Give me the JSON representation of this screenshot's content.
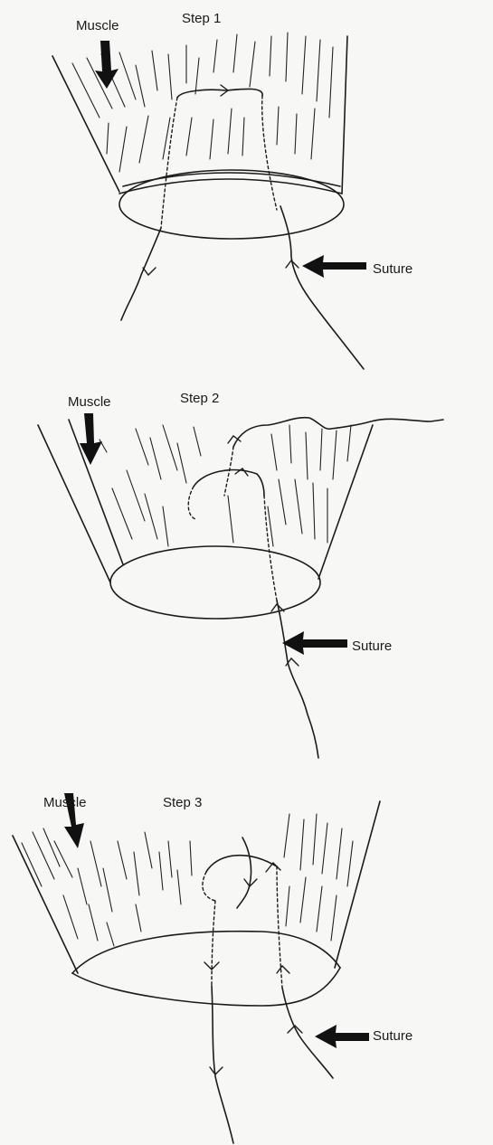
{
  "steps": [
    {
      "title": "Step 1",
      "muscle_label": "Muscle",
      "suture_label": "Suture"
    },
    {
      "title": "Step 2",
      "muscle_label": "Muscle",
      "suture_label": "Suture"
    },
    {
      "title": "Step 3",
      "muscle_label": "Muscle",
      "suture_label": "Suture"
    }
  ]
}
